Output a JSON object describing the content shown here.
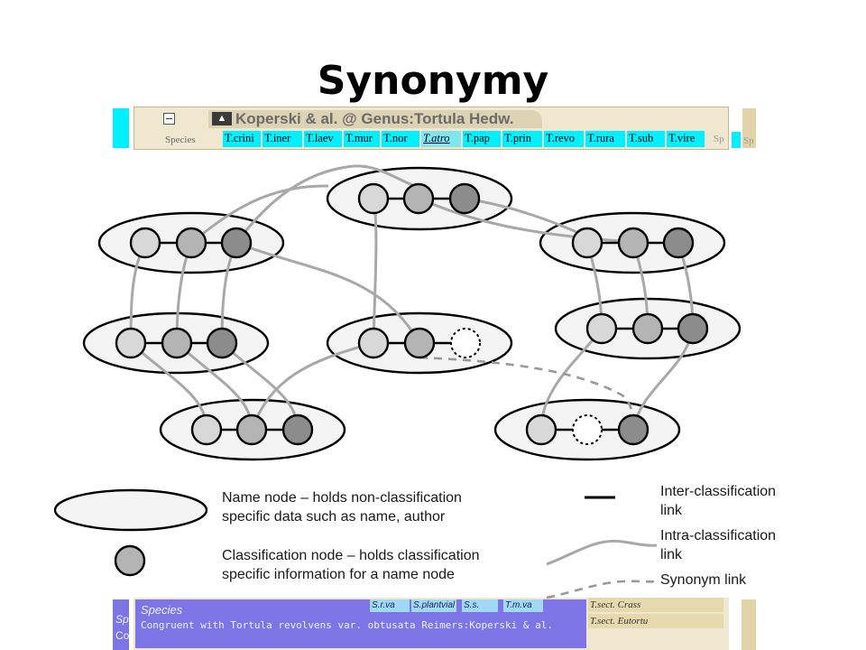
{
  "title": "Synonymy",
  "screenshot_top": {
    "genus_tab": "Koperski & al. @ Genus:Tortula Hedw.",
    "species_label": "Species",
    "species_cells": [
      "T.crini",
      "T.iner",
      "T.laev",
      "T.mur",
      "T.nor",
      "T.atro",
      "T.pap",
      "T.prin",
      "T.revo",
      "T.rura",
      "T.sub",
      "T.vire"
    ],
    "selected_cell": "T.atro",
    "right_label": "Sp",
    "far_right_label": "Sp"
  },
  "screenshot_bottom": {
    "species_title": "Species",
    "congruent_text": "Congruent with Tortula revolvens var. obtusata Reimers:Koperski & al.",
    "mini_cells": [
      "S.r.va",
      "S.plantvial",
      "S.s.",
      "T.m.va"
    ],
    "section_cells": [
      "T.sect. Crass",
      "T.sect. Eutortu"
    ],
    "left_fragments": [
      "Sp",
      "Co"
    ]
  },
  "legend": {
    "name_node": "Name node – holds non-classification specific data such as name, author",
    "name_node_line1": "Name node – holds non-classification",
    "name_node_line2": "specific data such as name, author",
    "class_node_line1": "Classification node – holds classification",
    "class_node_line2": "specific information for a name node",
    "inter_line1": "Inter-classification",
    "inter_line2": "link",
    "intra_line1": "Intra-classification",
    "intra_line2": "link",
    "synonym": "Synonym link"
  },
  "colors": {
    "node_light": "#d8d8d8",
    "node_mid": "#b4b4b4",
    "node_dark": "#8c8c8c",
    "ellipse_fill": "#f4f4f4",
    "link_gray": "#a8a8a8"
  }
}
